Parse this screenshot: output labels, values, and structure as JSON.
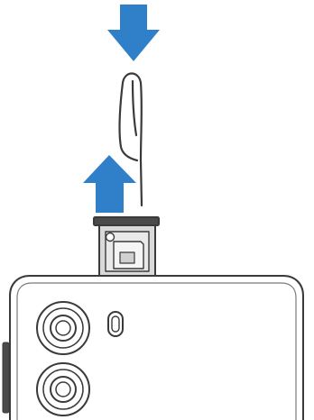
{
  "diagram": {
    "kind": "sim-tray-eject-illustration",
    "colors": {
      "arrow": "#2f7fc9",
      "outline": "#3a3a3a",
      "tray_fill": "#d9d9d9",
      "background": "#ffffff"
    },
    "arrows": [
      {
        "name": "push-down-arrow",
        "direction": "down"
      },
      {
        "name": "pull-up-arrow",
        "direction": "up"
      }
    ],
    "parts": [
      "eject-pin",
      "sim-tray",
      "phone-body",
      "camera-lens",
      "flash",
      "side-button"
    ]
  }
}
